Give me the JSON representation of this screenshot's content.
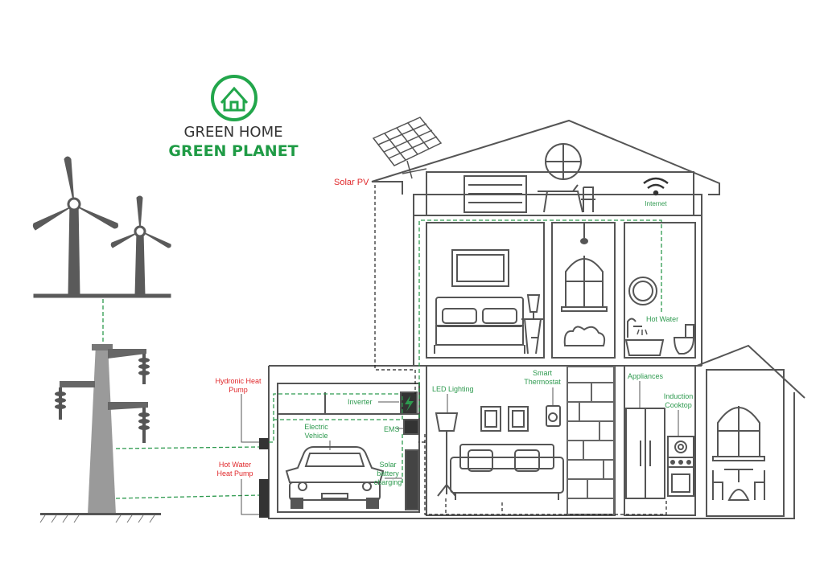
{
  "brand": {
    "line1": "GREEN HOME",
    "line2": "GREEN PLANET",
    "logo_icon": "house-in-circle-icon",
    "color_dark": "#333333",
    "color_green": "#1f9b45"
  },
  "labels": {
    "solar_pv": "Solar PV",
    "internet": "Internet",
    "hot_water": "Hot Water",
    "hydronic_1": "Hydronic Heat",
    "hydronic_2": "Pump",
    "hw_pump_1": "Hot Water",
    "hw_pump_2": "Heat Pump",
    "inverter": "Inverter",
    "ems": "EMS",
    "ev_1": "Electric",
    "ev_2": "Vehicle",
    "solar_batt_1": "Solar",
    "solar_batt_2": "battery",
    "solar_batt_3": "charging",
    "led": "LED Lighting",
    "thermo_1": "Smart",
    "thermo_2": "Thermostat",
    "appliances": "Appliances",
    "induction_1": "Induction",
    "induction_2": "Cooktop"
  },
  "colors": {
    "line": "#555555",
    "fill_gray": "#5a5a5a",
    "green_dash": "#2e9a4f",
    "label_green": "#2e9a4f",
    "label_red": "#e0282b"
  }
}
